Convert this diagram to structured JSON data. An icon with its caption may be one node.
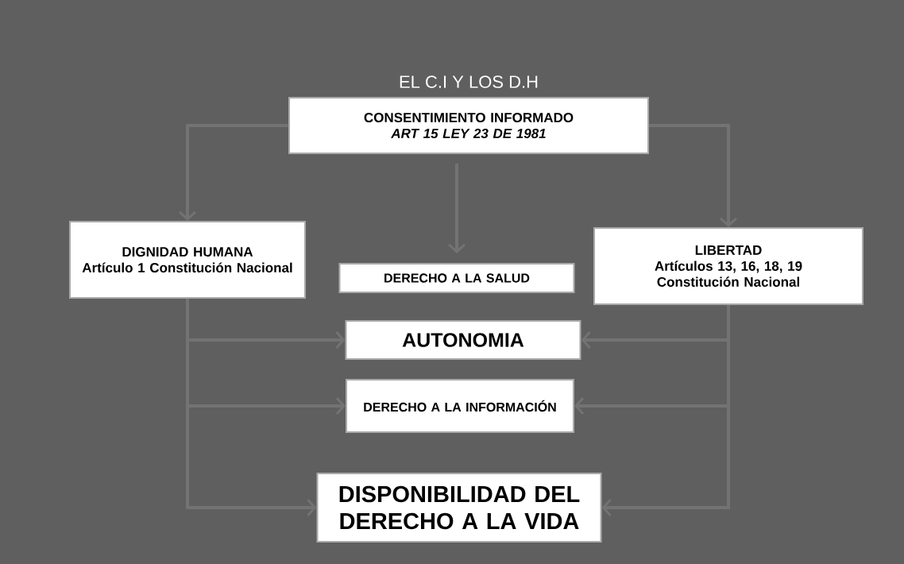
{
  "diagram": {
    "title": "EL C.I Y LOS D.H",
    "nodes": [
      {
        "text": [
          "CONSENTIMIENTO INFORMADO",
          "ART 15 LEY 23 DE 1981"
        ]
      },
      {
        "text": [
          "DIGNIDAD HUMANA",
          "Artículo 1 Constitución Nacional"
        ]
      },
      {
        "text": [
          "DERECHO A LA SALUD"
        ]
      },
      {
        "text": [
          "LIBERTAD",
          "Artículos 13, 16, 18, 19 Constitución Nacional"
        ]
      },
      {
        "text": [
          "AUTONOMIA"
        ]
      },
      {
        "text": [
          "DERECHO A LA INFORMACIÓN"
        ]
      },
      {
        "text": [
          "DISPONIBILIDAD DEL DERECHO A LA VIDA"
        ]
      }
    ],
    "edges": [
      {
        "from": 0,
        "to": 1,
        "arrow": "to"
      },
      {
        "from": 0,
        "to": 2,
        "arrow": "to"
      },
      {
        "from": 0,
        "to": 3,
        "arrow": "to"
      },
      {
        "from": 1,
        "to": 4,
        "arrow": "to"
      },
      {
        "from": 1,
        "to": 5,
        "arrow": "to"
      },
      {
        "from": 1,
        "to": 6,
        "arrow": "to"
      },
      {
        "from": 3,
        "to": 4,
        "arrow": "to"
      },
      {
        "from": 3,
        "to": 5,
        "arrow": "to"
      },
      {
        "from": 3,
        "to": 6,
        "arrow": "to"
      }
    ]
  }
}
